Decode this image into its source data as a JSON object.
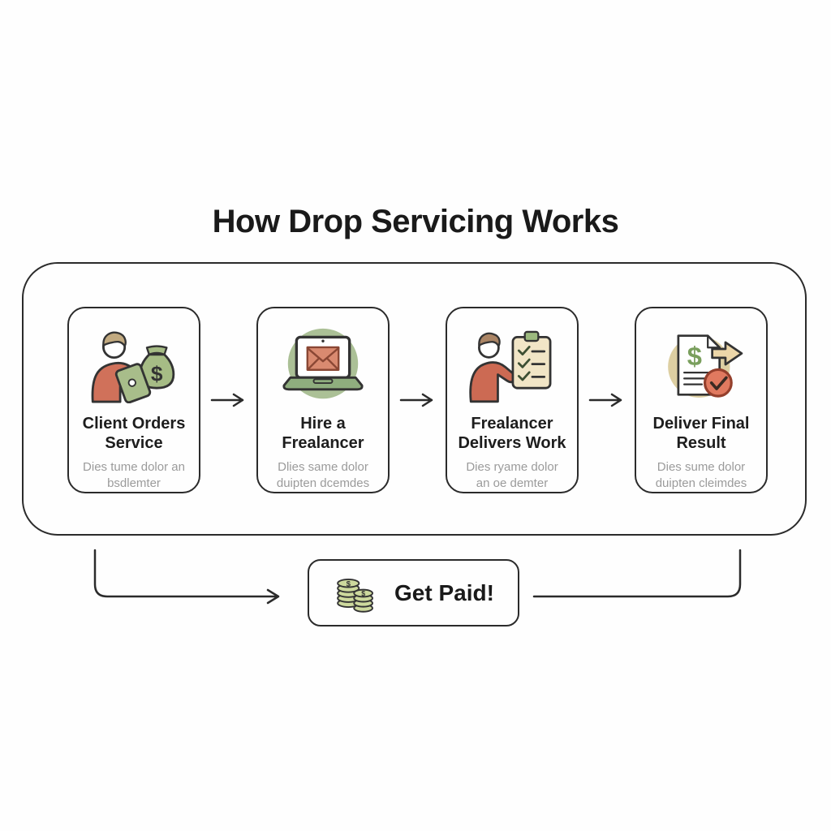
{
  "page": {
    "title": "How Drop Servicing Works",
    "background": "#fefefe"
  },
  "palette": {
    "outline": "#2b2b2b",
    "card_title_text": "#1d1d1d",
    "subtitle_text": "#9b9b9b",
    "salmon": "#d0715a",
    "envelope_salmon": "#d98a70",
    "sage_green": "#a9bf93",
    "leaf_green": "#8fae7e",
    "bag_green": "#a6bc85",
    "tan_circle": "#ddcfa2",
    "cream_clipboard": "#f1e5c6",
    "coin_green": "#cdd99d",
    "hair_tan": "#c2aa80",
    "hair_brown": "#ab8565",
    "badge_red": "#e0795f",
    "dollar_green": "#7a9f5d"
  },
  "steps": [
    {
      "icon": "client-money-bag-icon",
      "title": "Client Orders Service",
      "subtitle": "Dies tume dolor an bsdlemter"
    },
    {
      "icon": "laptop-email-icon",
      "title": "Hire a Frealancer",
      "subtitle": "Dlies same dolor duipten dcemdes"
    },
    {
      "icon": "freelancer-checklist-icon",
      "title": "Frealancer Delivers Work",
      "subtitle": "Dies ryame dolor an oe demter"
    },
    {
      "icon": "document-deliver-icon",
      "title": "Deliver Final Result",
      "subtitle": "Dies sume dolor duipten cleimdes"
    }
  ],
  "footer": {
    "icon": "coins-icon",
    "label": "Get Paid!"
  }
}
